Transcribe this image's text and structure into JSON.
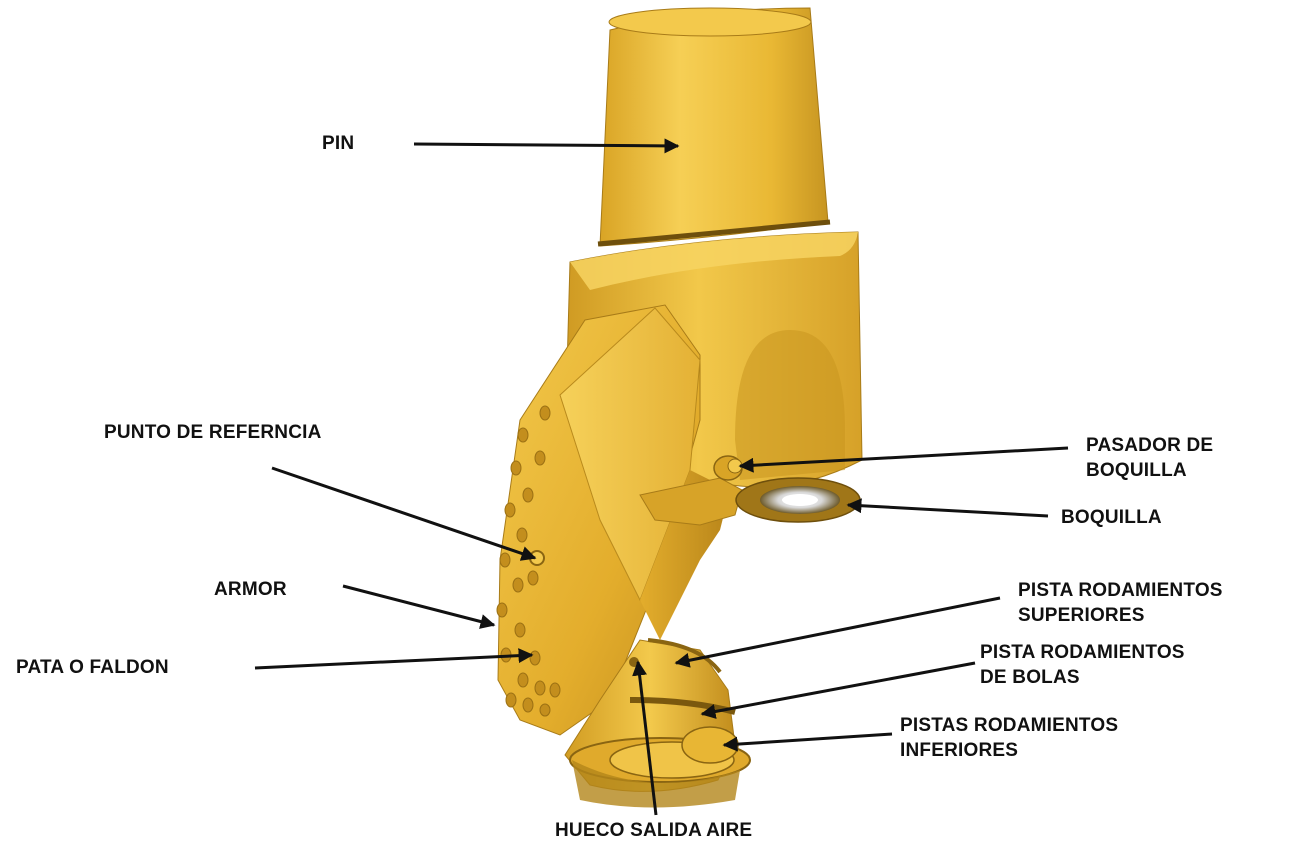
{
  "diagram": {
    "labels": {
      "pin": "PIN",
      "punto_referencia": "PUNTO DE REFERNCIA",
      "armor": "ARMOR",
      "pata_faldon": "PATA O FALDON",
      "pasador_boquilla": [
        "PASADOR DE",
        "BOQUILLA"
      ],
      "boquilla": "BOQUILLA",
      "pista_superiores": [
        "PISTA RODAMIENTOS",
        "SUPERIORES"
      ],
      "pista_bolas": [
        "PISTA RODAMIENTOS",
        "DE BOLAS"
      ],
      "pistas_inferiores": [
        "PISTAS RODAMIENTOS",
        "INFERIORES"
      ],
      "hueco_salida_aire": "HUECO SALIDA AIRE"
    },
    "colors": {
      "body": "#e8b630",
      "body_light": "#f5cd4e",
      "body_dark": "#b3861a",
      "shadow": "#8a6512",
      "arrow": "#111111",
      "background": "#ffffff"
    }
  }
}
